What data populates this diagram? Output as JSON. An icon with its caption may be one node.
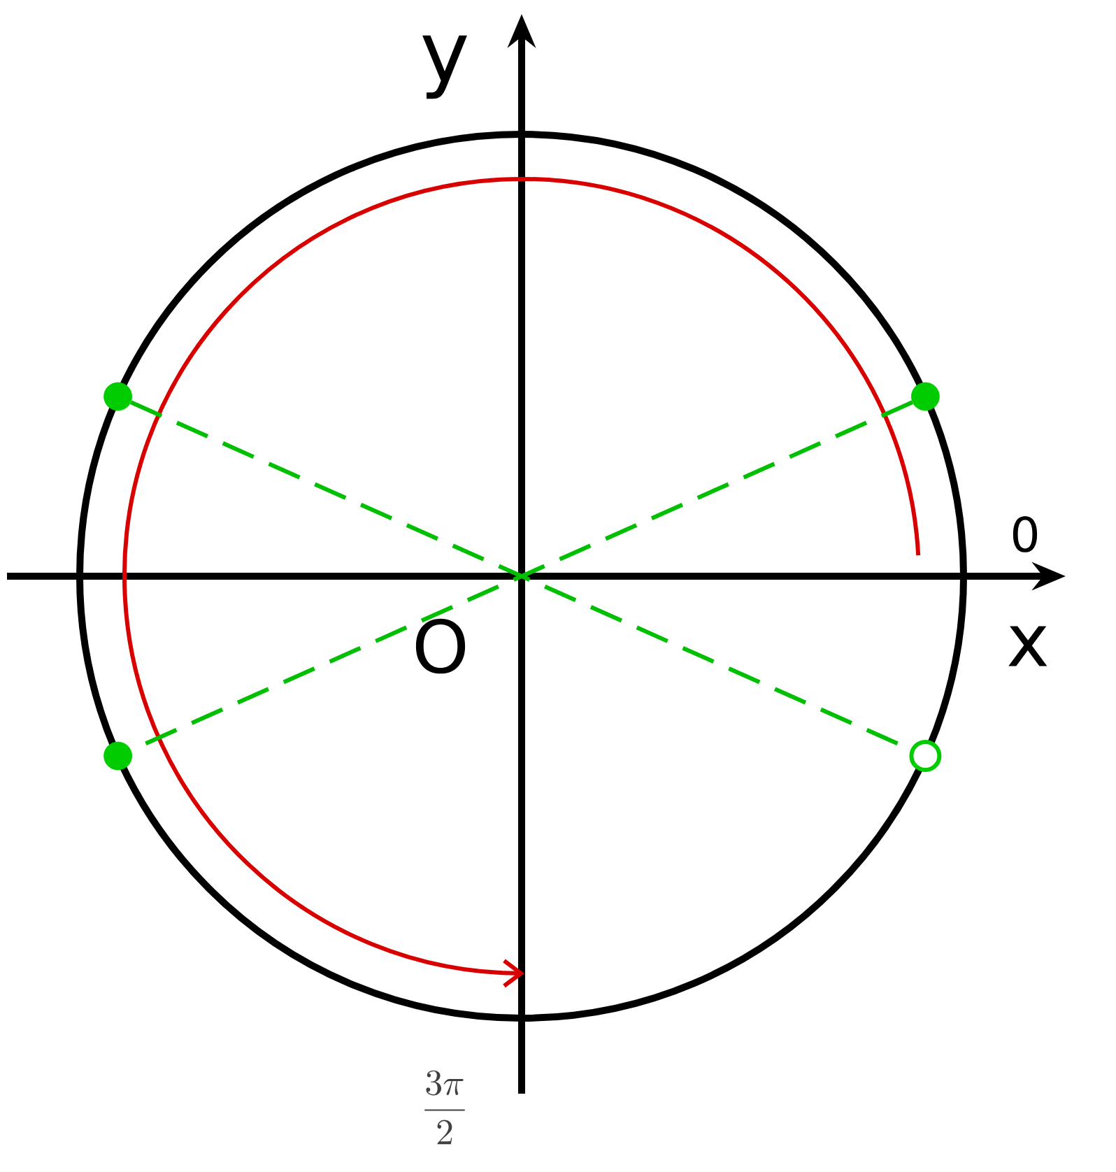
{
  "diagram": {
    "nodes": [
      {
        "text": [],
        "shape": "circle"
      },
      {
        "text": [],
        "shape": "circle"
      },
      {
        "text": [],
        "shape": "circle"
      },
      {
        "text": [],
        "shape": "ring"
      }
    ],
    "edges": [
      {
        "from": 0,
        "to": 3,
        "arrow": "none",
        "style": "dashed"
      },
      {
        "from": 2,
        "to": 1,
        "arrow": "none",
        "style": "dashed"
      }
    ],
    "labels": [
      "y",
      "0",
      "x",
      "O",
      "\\frac{3\\pi}{2}"
    ]
  }
}
